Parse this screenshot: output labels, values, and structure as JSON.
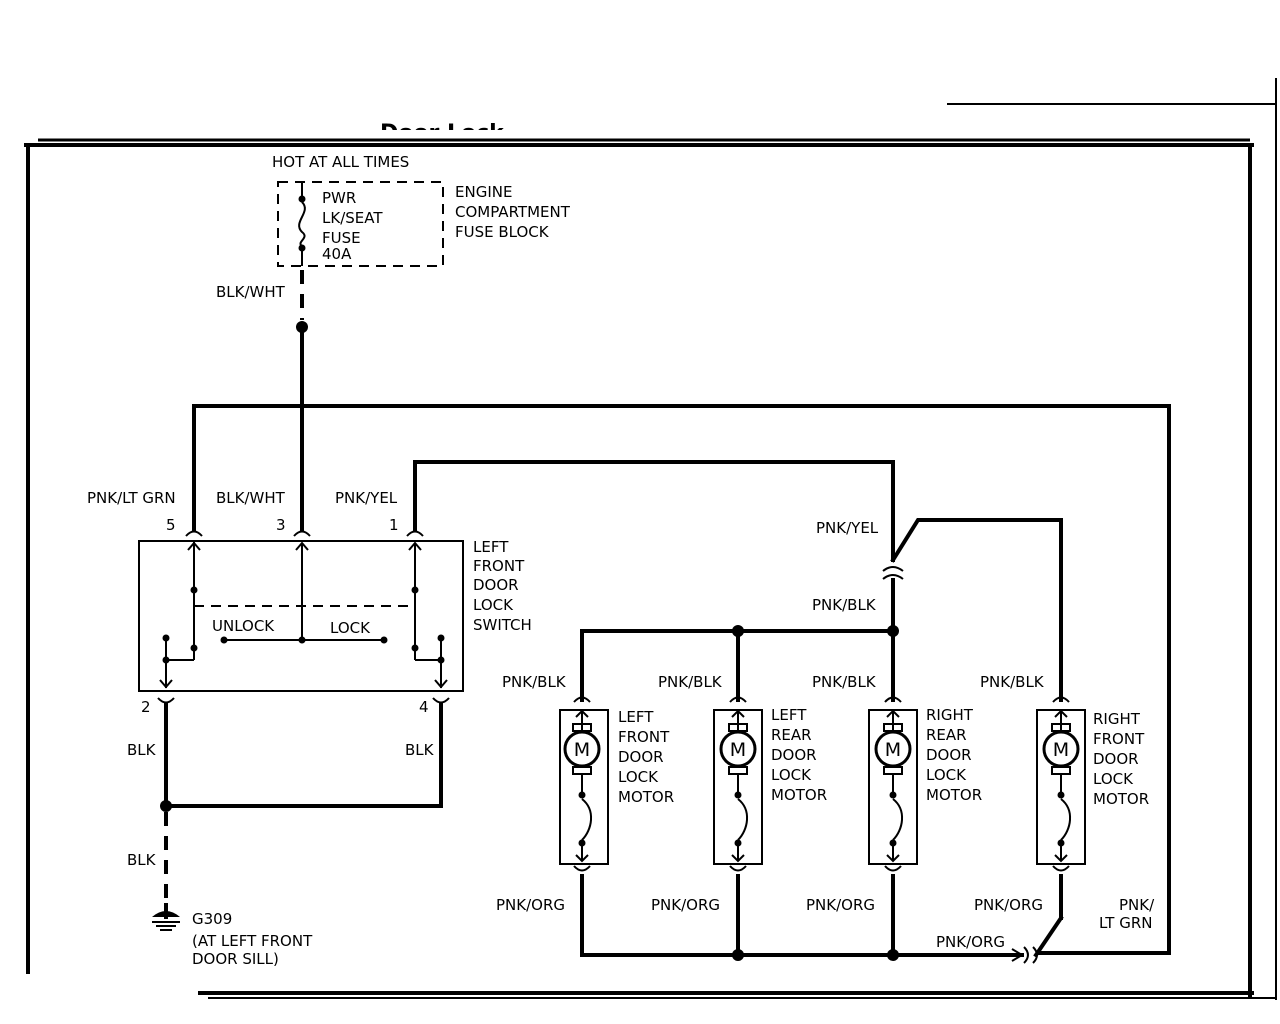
{
  "header": {
    "title_fragment": "Door Lock"
  },
  "power": {
    "hot_label": "HOT AT ALL TIMES",
    "fuse_lines": [
      "PWR",
      "LK/SEAT",
      "FUSE",
      "40A"
    ],
    "fuse_block_lines": [
      "ENGINE",
      "COMPARTMENT",
      "FUSE BLOCK"
    ],
    "feed_wire": "BLK/WHT"
  },
  "switch": {
    "name_lines": [
      "LEFT",
      "FRONT",
      "DOOR",
      "LOCK",
      "SWITCH"
    ],
    "unlock_label": "UNLOCK",
    "lock_label": "LOCK",
    "pins": [
      {
        "num": "5",
        "wire": "PNK/LT GRN"
      },
      {
        "num": "3",
        "wire": "BLK/WHT"
      },
      {
        "num": "1",
        "wire": "PNK/YEL"
      },
      {
        "num": "2",
        "wire": "BLK"
      },
      {
        "num": "4",
        "wire": "BLK"
      }
    ]
  },
  "ground": {
    "wire": "BLK",
    "id": "G309",
    "location_lines": [
      "(AT LEFT FRONT",
      "DOOR SILL)"
    ]
  },
  "right_connector": {
    "upper_wire": "PNK/YEL",
    "lower_wire": "PNK/BLK"
  },
  "motors": [
    {
      "lines": [
        "LEFT",
        "FRONT",
        "DOOR",
        "LOCK",
        "MOTOR"
      ],
      "top_wire": "PNK/BLK",
      "bottom_wire": "PNK/ORG",
      "symbol": "M"
    },
    {
      "lines": [
        "LEFT",
        "REAR",
        "DOOR",
        "LOCK",
        "MOTOR"
      ],
      "top_wire": "PNK/BLK",
      "bottom_wire": "PNK/ORG",
      "symbol": "M"
    },
    {
      "lines": [
        "RIGHT",
        "REAR",
        "DOOR",
        "LOCK",
        "MOTOR"
      ],
      "top_wire": "PNK/BLK",
      "bottom_wire": "PNK/ORG",
      "symbol": "M"
    },
    {
      "lines": [
        "RIGHT",
        "FRONT",
        "DOOR",
        "LOCK",
        "MOTOR"
      ],
      "top_wire": "PNK/BLK",
      "bottom_wire": "PNK/ORG",
      "symbol": "M"
    }
  ],
  "return_wires": {
    "bus_right_label": "PNK/ORG",
    "side_label_lines": [
      "PNK/",
      "LT GRN"
    ]
  }
}
